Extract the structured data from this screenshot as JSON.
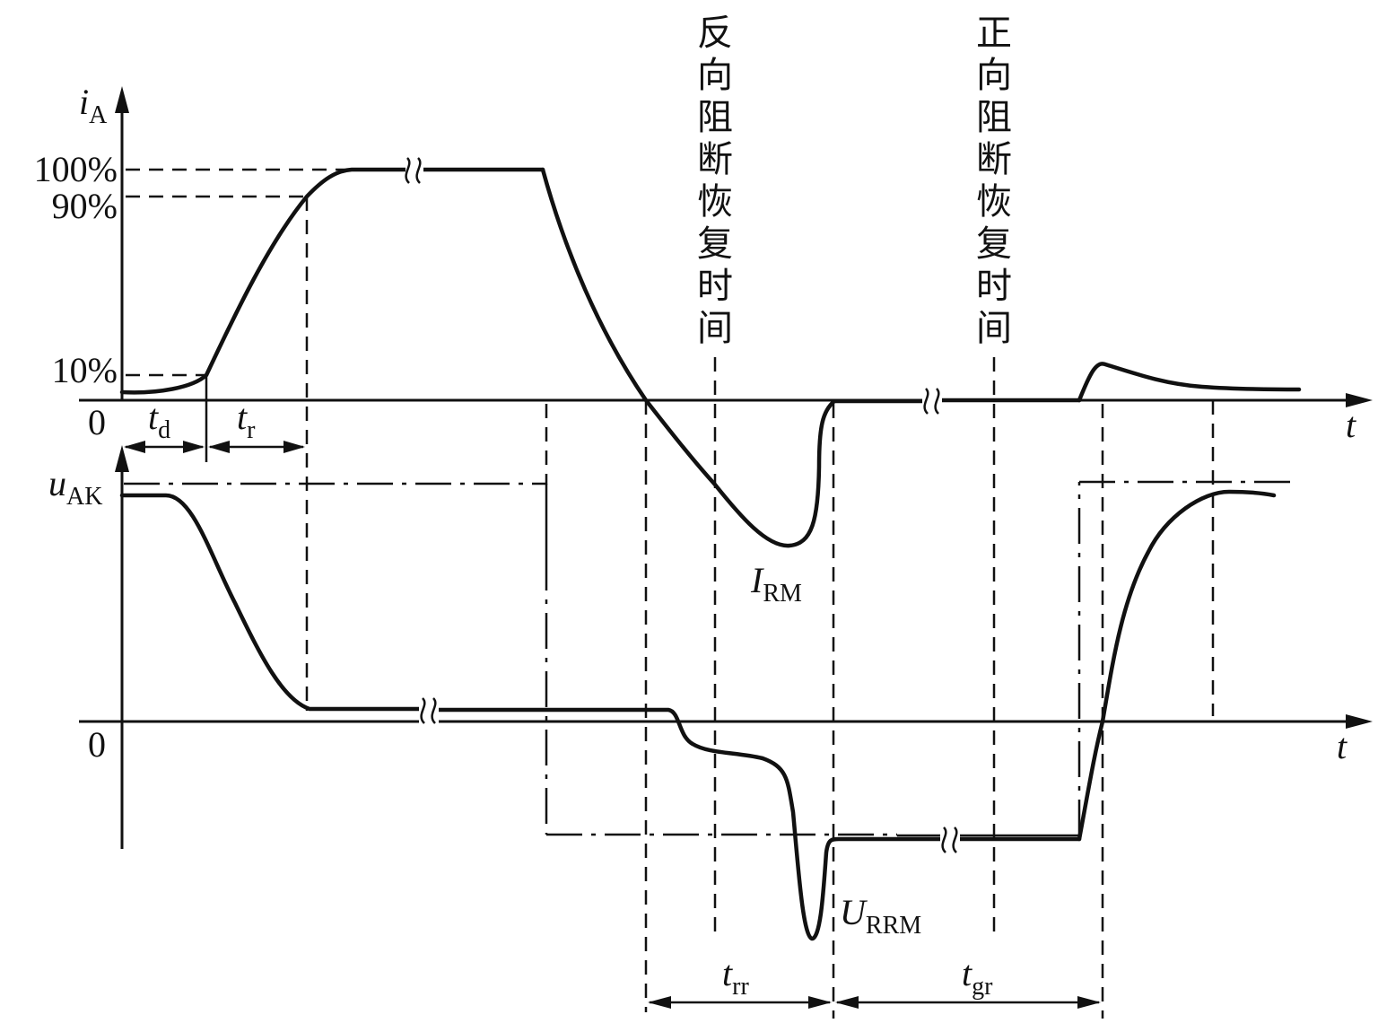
{
  "axes": {
    "ia_label": "i",
    "ia_sub": "A",
    "uak_label": "u",
    "uak_sub": "AK",
    "t_label": "t",
    "zero_top": "0",
    "zero_bottom": "0"
  },
  "levels": {
    "p100": "100%",
    "p90": "90%",
    "p10": "10%"
  },
  "intervals": {
    "td": "t",
    "td_sub": "d",
    "tr": "t",
    "tr_sub": "r",
    "trr": "t",
    "trr_sub": "rr",
    "tgr": "t",
    "tgr_sub": "gr"
  },
  "peaks": {
    "irm": "I",
    "irm_sub": "RM",
    "urrm": "U",
    "urrm_sub": "RRM"
  },
  "annotations": {
    "reverse": [
      "反",
      "向",
      "阻",
      "断",
      "恢",
      "复",
      "时",
      "间"
    ],
    "forward": [
      "正",
      "向",
      "阻",
      "断",
      "恢",
      "复",
      "时",
      "间"
    ]
  }
}
